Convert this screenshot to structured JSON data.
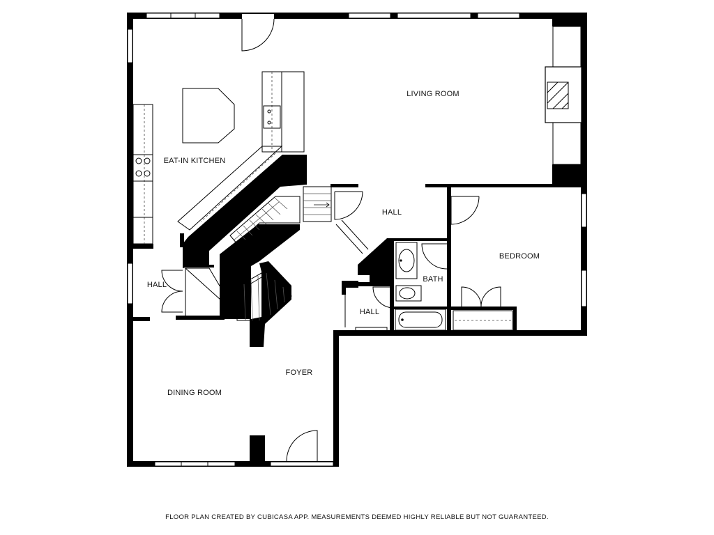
{
  "rooms": {
    "living_room": "LIVING ROOM",
    "eat_in_kitchen": "EAT-IN KITCHEN",
    "hall_upper": "HALL",
    "bedroom": "BEDROOM",
    "hall_left": "HALL",
    "bath": "BATH",
    "hall_center": "HALL",
    "foyer": "FOYER",
    "dining_room": "DINING ROOM"
  },
  "footer": {
    "note": "FLOOR PLAN CREATED BY CUBICASA APP. MEASUREMENTS DEEMED HIGHLY RELIABLE BUT NOT GUARANTEED."
  }
}
